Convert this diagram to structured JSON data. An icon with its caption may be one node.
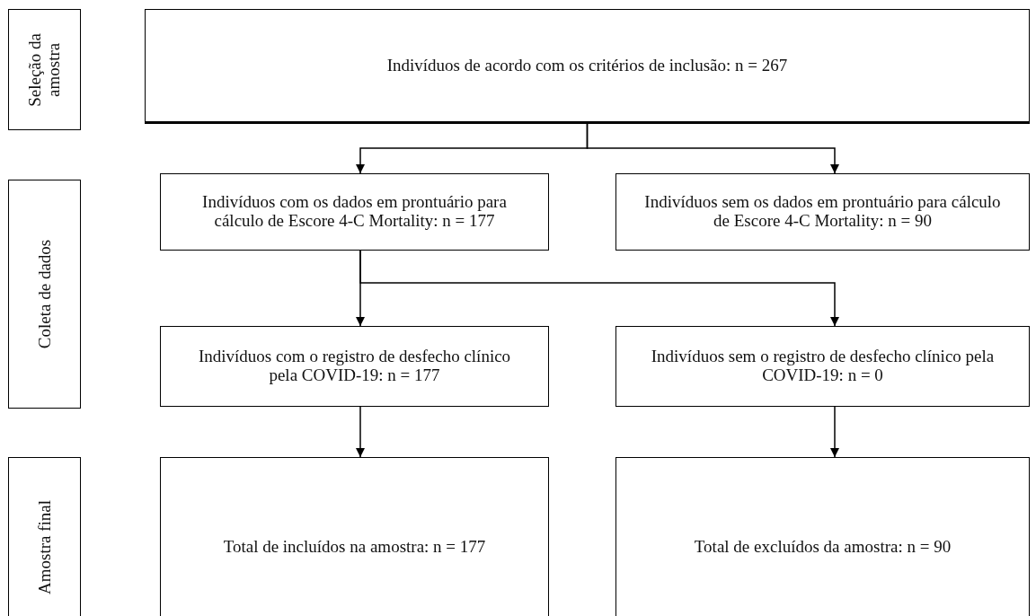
{
  "diagram": {
    "nodes": [
      {
        "text": [
          "Seleção da amostra"
        ]
      },
      {
        "text": [
          "Indivíduos de acordo com os critérios de inclusão: n = 267"
        ]
      },
      {
        "text": [
          "Coleta de dados"
        ]
      },
      {
        "text": [
          "Indivíduos com os dados em prontuário para cálculo de Escore 4-C Mortality: n = 177"
        ]
      },
      {
        "text": [
          "Indivíduos sem os dados em prontuário para cálculo de Escore 4-C Mortality: n = 90"
        ]
      },
      {
        "text": [
          "Indivíduos com o registro de desfecho clínico pela COVID-19: n = 177"
        ]
      },
      {
        "text": [
          "Indivíduos sem o registro de desfecho clínico pela COVID-19: n = 0"
        ]
      },
      {
        "text": [
          "Amostra final"
        ]
      },
      {
        "text": [
          "Total de incluídos na amostra: n = 177"
        ]
      },
      {
        "text": [
          "Total de excluídos da amostra: n = 90"
        ]
      }
    ],
    "edges": [
      {
        "from": 1,
        "to": 3,
        "arrow": "to"
      },
      {
        "from": 1,
        "to": 4,
        "arrow": "to"
      },
      {
        "from": 3,
        "to": 5,
        "arrow": "to"
      },
      {
        "from": 3,
        "to": 6,
        "arrow": "to"
      },
      {
        "from": 5,
        "to": 8,
        "arrow": "to"
      },
      {
        "from": 6,
        "to": 9,
        "arrow": "to"
      }
    ]
  }
}
